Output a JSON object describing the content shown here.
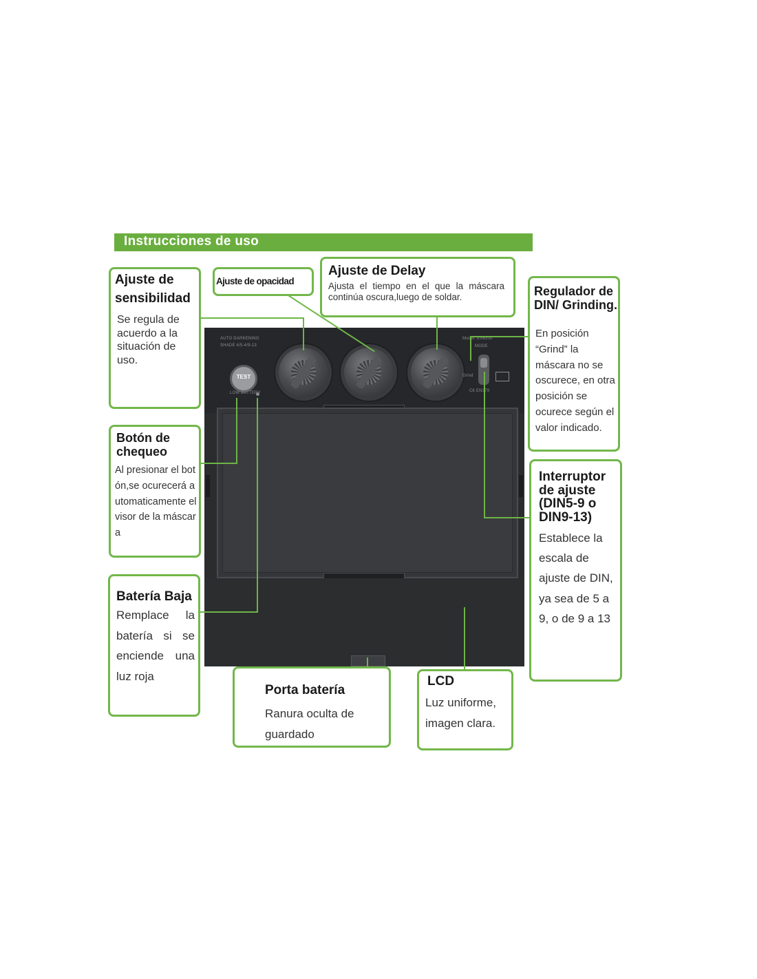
{
  "header": {
    "title": "Instrucciones de uso"
  },
  "device": {
    "label_left_line1": "AUTO DARKENING",
    "label_left_line2": "SHADE 4/5-4/9-13",
    "model": "Model: ES6200",
    "test_button": "TEST",
    "low_battery": "LOW BATTERY",
    "grind": "Grind",
    "ce": "C€ EN379",
    "mode": "MODE"
  },
  "callouts": {
    "sensitivity": {
      "title": "Ajuste de sensibilidad",
      "text": "Se regula de acuerdo a la situación de uso."
    },
    "opacity": {
      "title": "Ajuste de opacidad"
    },
    "delay": {
      "title": "Ajuste de Delay",
      "text": "Ajusta el tiempo en el que la máscara continúa oscura,luego de soldar."
    },
    "din_grinding": {
      "title": "Regulador de DIN/ Grinding.",
      "text": "En posición “Grind” la máscara no se oscurece, en otra posición se ocurece según el valor indicado."
    },
    "check_button": {
      "title": "Botón de chequeo",
      "text": "Al presionar el botón,se ocurecerá automaticamente el visor de la máscara"
    },
    "switch": {
      "title": "Interruptor de ajuste (DIN5-9 o DIN9-13)",
      "text": "Establece la escala de ajuste de DIN, ya sea de 5 a 9, o de 9 a 13"
    },
    "low_battery": {
      "title": "Batería Baja",
      "text": "Remplace la batería si se enciende una luz roja"
    },
    "battery_holder": {
      "title": "Porta batería",
      "text": "Ranura oculta de guardado"
    },
    "lcd": {
      "title": "LCD",
      "text": "Luz uniforme, imagen clara."
    }
  },
  "colors": {
    "accent_green": "#6aae3f",
    "device_body": "#2b2c2e"
  }
}
